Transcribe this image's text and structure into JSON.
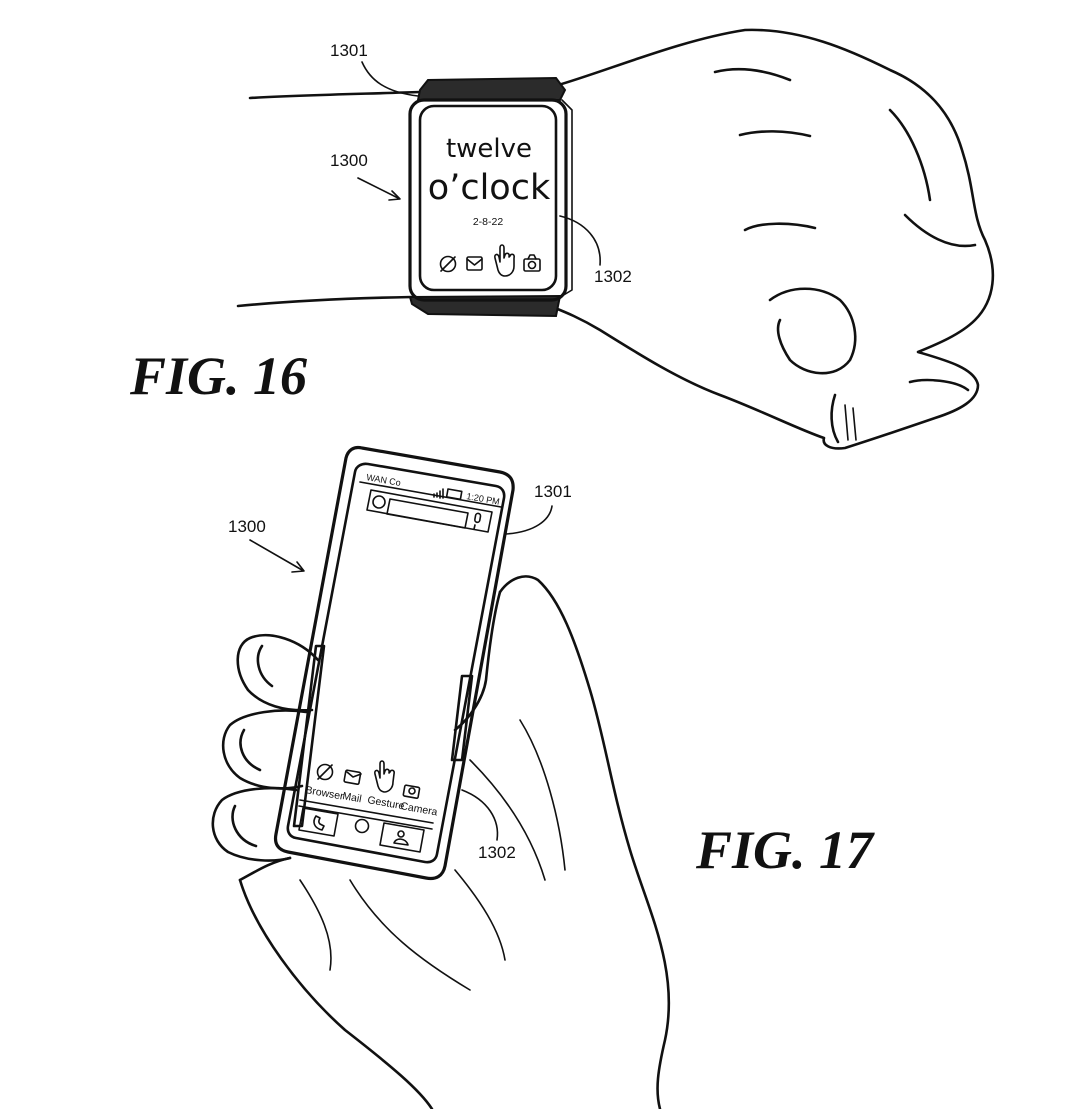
{
  "figures": {
    "fig16": {
      "label": "FIG. 16",
      "watch_time_line1": "twelve",
      "watch_time_line2": "o’clock",
      "watch_date": "2-8-22",
      "refs": {
        "band": "1301",
        "device": "1300",
        "screen": "1302"
      },
      "icons": [
        "browser-icon",
        "mail-icon",
        "gesture-hand-icon",
        "camera-icon"
      ]
    },
    "fig17": {
      "label": "FIG. 17",
      "carrier": "WAN Co",
      "clock": "1:20 PM",
      "apps": [
        {
          "label": "Browser",
          "icon": "browser-icon"
        },
        {
          "label": "Mail",
          "icon": "mail-icon"
        },
        {
          "label": "Gesture",
          "icon": "gesture-hand-icon"
        },
        {
          "label": "Camera",
          "icon": "camera-icon"
        }
      ],
      "dock_icons": [
        "phone-icon",
        "home-icon",
        "contacts-icon"
      ],
      "refs": {
        "band": "1301",
        "device": "1300",
        "screen": "1302"
      }
    }
  }
}
